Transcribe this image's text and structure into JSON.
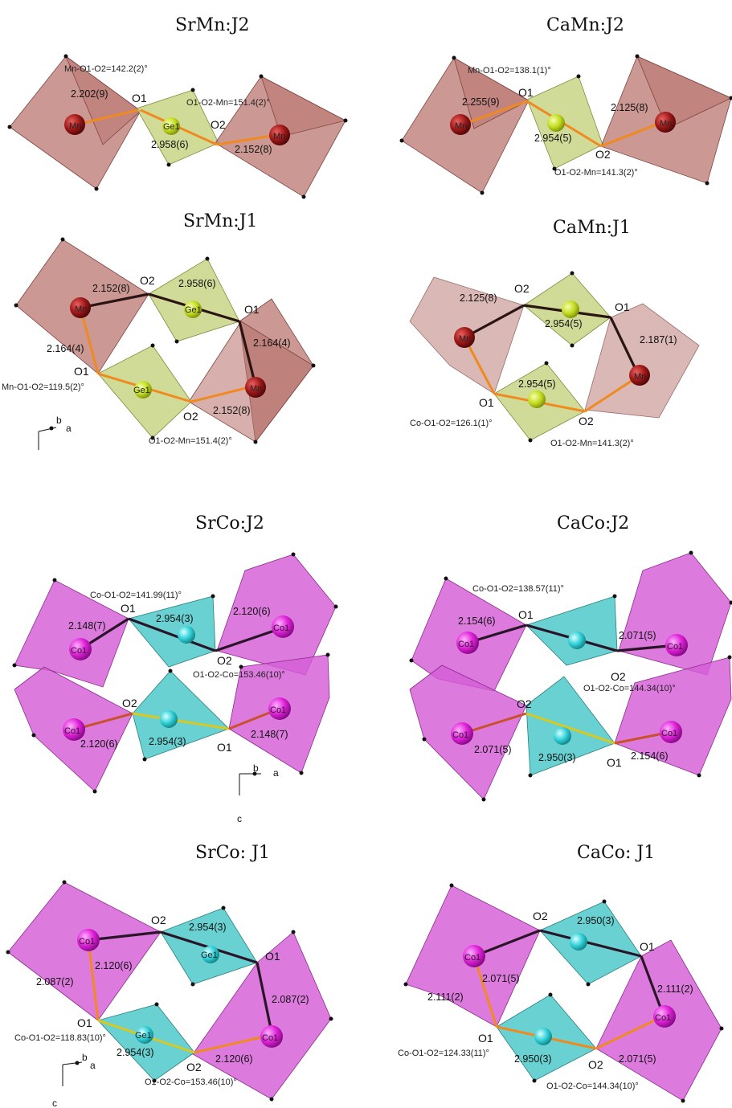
{
  "panels": {
    "srmn_j2": {
      "title": "SrMn:J2",
      "atom_o1": "O1",
      "atom_o2": "O2",
      "mn_left": "Mn",
      "ge": "Ge1",
      "mn_right": "Mn",
      "bond_mn_o1": "2.202(9)",
      "bond_ge": "2.958(6)",
      "bond_o2_mn": "2.152(8)",
      "angle_1": "Mn-O1-O2=142.2(2)°",
      "angle_2": "O1-O2-Mn=151.4(2)°"
    },
    "camn_j2": {
      "title": "CaMn:J2",
      "atom_o1": "O1",
      "atom_o2": "O2",
      "mn_left": "Mn",
      "mn_right": "Mn",
      "bond_mn_o1": "2.255(9)",
      "bond_ge": "2.954(5)",
      "bond_o2_mn": "2.125(8)",
      "angle_1": "Mn-O1-O2=138.1(1)°",
      "angle_2": "O1-O2-Mn=141.3(2)°"
    },
    "srmn_j1": {
      "title": "SrMn:J1",
      "atom_o1_top": "O1",
      "atom_o2_top": "O2",
      "atom_o1_bot": "O1",
      "atom_o2_bot": "O2",
      "mn_left": "Mn",
      "ge_top": "Ge1",
      "ge_bot": "Ge1",
      "mn_right": "Mn",
      "bond_top_left": "2.152(8)",
      "bond_top_ge": "2.958(6)",
      "bond_right": "2.164(4)",
      "bond_left": "2.164(4)",
      "bond_bot_right": "2.152(8)",
      "angle_1": "Mn-O1-O2=119.5(2)°",
      "angle_2": "O1-O2-Mn=151.4(2)°",
      "axis_b": "b",
      "axis_a": "a"
    },
    "camn_j1": {
      "title": "CaMn:J1",
      "atom_o1_top": "O1",
      "atom_o2_top": "O2",
      "atom_o1_bot": "O1",
      "atom_o2_bot": "O2",
      "mn_left": "Mn",
      "mn_right": "Mn",
      "bond_top_left": "2.125(8)",
      "bond_top_ge": "2.954(5)",
      "bond_right": "2.187(1)",
      "bond_bot_ge": "2.954(5)",
      "angle_1": "Co-O1-O2=126.1(1)°",
      "angle_2": "O1-O2-Mn=141.3(2)°"
    },
    "srco_j2": {
      "title": "SrCo:J2",
      "atom_o1_top": "O1",
      "atom_o2_top": "O2",
      "atom_o2_bot": "O2",
      "atom_o1_bot": "O1",
      "co_tl": "Co1",
      "co_tr": "Co1",
      "co_bl": "Co1",
      "co_br": "Co1",
      "bond_tl": "2.148(7)",
      "bond_tge": "2.954(3)",
      "bond_tr": "2.120(6)",
      "bond_bl": "2.120(6)",
      "bond_bge": "2.954(3)",
      "bond_br": "2.148(7)",
      "angle_1": "Co-O1-O2=141.99(11)°",
      "angle_2": "O1-O2-Co=153.46(10)°",
      "axis_b": "b",
      "axis_a": "a",
      "axis_c": "c"
    },
    "caco_j2": {
      "title": "CaCo:J2",
      "atom_o1_top": "O1",
      "atom_o2_top": "O2",
      "atom_o2_bot": "O2",
      "atom_o1_bot": "O1",
      "co_tl": "Co1",
      "co_tr": "Co1",
      "co_bl": "Co1",
      "co_br": "Co1",
      "bond_tl": "2.154(6)",
      "bond_tr": "2.071(5)",
      "bond_bl": "2.071(5)",
      "bond_bge": "2.950(3)",
      "bond_br": "2.154(6)",
      "angle_1": "Co-O1-O2=138.57(11)°",
      "angle_2": "O1-O2-Co=144.34(10)°"
    },
    "srco_j1": {
      "title": "SrCo: J1",
      "atom_o2_top": "O2",
      "atom_o1_top": "O1",
      "atom_o1_bot": "O1",
      "atom_o2_bot": "O2",
      "co_left": "Co1",
      "ge_top": "Ge1",
      "ge_bot": "Ge1",
      "co_right": "Co1",
      "bond_tl": "2.120(6)",
      "bond_tge": "2.954(3)",
      "bond_left": "2.087(2)",
      "bond_right": "2.087(2)",
      "bond_bge": "2.954(3)",
      "bond_br": "2.120(6)",
      "angle_1": "Co-O1-O2=118.83(10)°",
      "angle_2": "O1-O2-Co=153.46(10)°",
      "axis_b": "b",
      "axis_a": "a",
      "axis_c": "c"
    },
    "caco_j1": {
      "title": "CaCo: J1",
      "atom_o2_top": "O2",
      "atom_o1_top": "O1",
      "atom_o1_bot": "O1",
      "atom_o2_bot": "O2",
      "co_left": "Co1",
      "co_right": "Co1",
      "bond_tl": "2.071(5)",
      "bond_tge": "2.950(3)",
      "bond_left": "2.111(2)",
      "bond_right": "2.111(2)",
      "bond_bge": "2.950(3)",
      "bond_br": "2.071(5)",
      "angle_1": "Co-O1-O2=124.33(11)°",
      "angle_2": "O1-O2-Co=144.34(10)°"
    }
  },
  "colors": {
    "mn_atom": "#9a1414",
    "ge_atom_yellow": "#c8e020",
    "co_atom": "#e020d8",
    "ge_atom_cyan": "#34d0d8",
    "bond_orange": "#f08a20",
    "bond_black": "#2a1414"
  }
}
